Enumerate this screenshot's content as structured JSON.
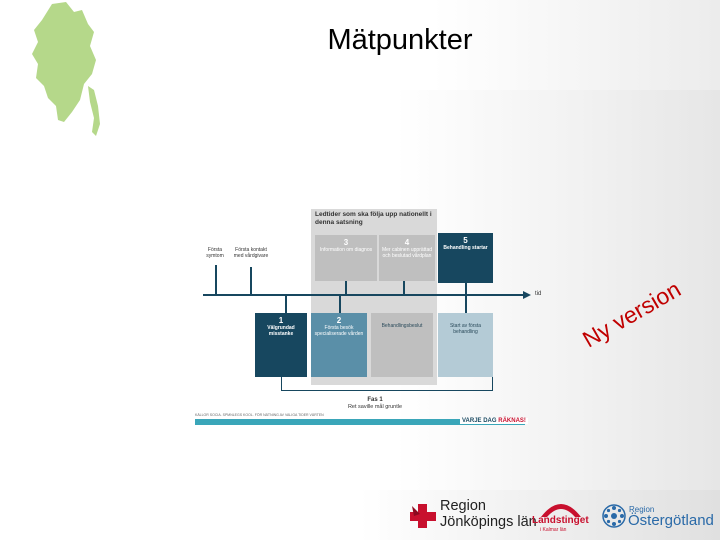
{
  "title": "Mätpunkter",
  "colors": {
    "dark_blue": "#17475f",
    "teal": "#5a8fa8",
    "light_blue": "#b4cbd6",
    "grey_panel": "#d9d9d9",
    "map_green": "#b5d88a",
    "stamp_red": "#c00000"
  },
  "diagram": {
    "panel_title": "Ledtider som ska följa upp nationellt i denna satsning",
    "pre_labels": [
      "Första symtom",
      "Första kontakt med vårdgivare"
    ],
    "upper_boxes": [
      {
        "num": "3",
        "label": "Information om diagnos"
      },
      {
        "num": "4",
        "label": "Mer cabinen upprättad och beslutad vårdplan"
      },
      {
        "num": "5",
        "label": "Behandling startar"
      }
    ],
    "lower_boxes": [
      {
        "num": "1",
        "label": "Välgrundad misstanke"
      },
      {
        "num": "2",
        "label": "Första besök specialiserade vården"
      },
      {
        "num": "",
        "label": "Behandlingsbeslut"
      },
      {
        "num": "",
        "label": "Start av första behandling"
      }
    ],
    "axis_label": "tid",
    "fas_title": "Fas 1",
    "fas_sub": "Ret saville mål gruntle",
    "footer_text": "KÄLLOR SOCIA. SPMNLEGS KOOL. FÖR NÄTNING AV VALIGA TIDER VÄRTEN",
    "slogan_a": "VARJE DAG",
    "slogan_b": "RÄKNAS!"
  },
  "stamp": "Ny version",
  "logos": {
    "rjl_line1": "Region",
    "rjl_line2": "Jönköpings län",
    "lk_name": "Landstinget",
    "lk_sub": "i Kalmar län",
    "ro_line1": "Region",
    "ro_line2": "Östergötland"
  }
}
